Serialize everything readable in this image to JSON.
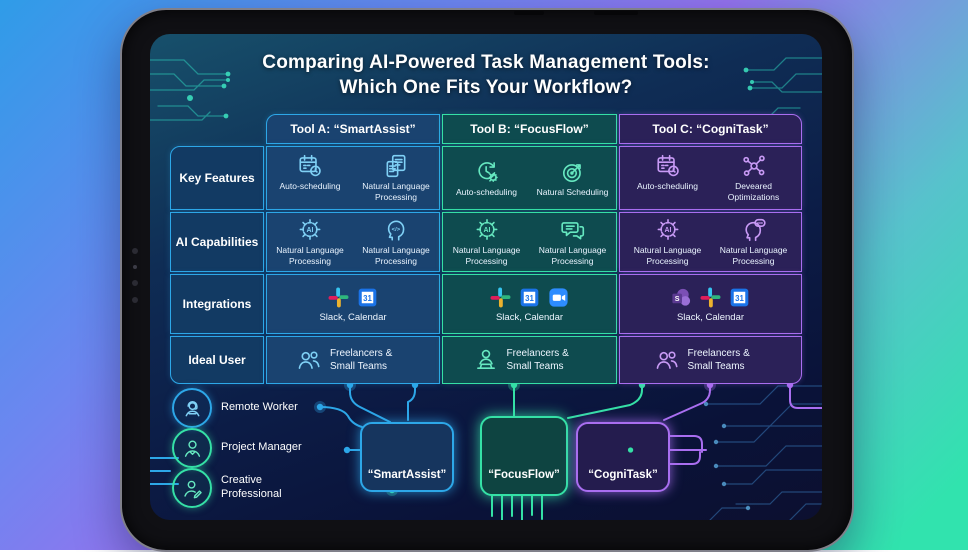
{
  "title": {
    "line1": "Comparing AI-Powered Task Management Tools:",
    "line2": "Which One Fits Your Workflow?"
  },
  "table": {
    "columns": [
      {
        "label": "Tool A: “SmartAssist”",
        "accent": "#2da7e8"
      },
      {
        "label": "Tool B: “FocusFlow”",
        "accent": "#35e0a6"
      },
      {
        "label": "Tool C: “CogniTask”",
        "accent": "#a96ef0"
      }
    ],
    "rows": [
      {
        "label": "Key Features",
        "cells": [
          {
            "items": [
              {
                "icon": "calendar-clock-icon",
                "label": "Auto-scheduling"
              },
              {
                "icon": "document-icon",
                "label": "Natural Language Processing"
              }
            ]
          },
          {
            "items": [
              {
                "icon": "clock-gear-icon",
                "label": "Auto-scheduling"
              },
              {
                "icon": "target-icon",
                "label": "Natural Scheduling"
              }
            ]
          },
          {
            "items": [
              {
                "icon": "calendar-clock-icon",
                "label": "Auto-scheduling"
              },
              {
                "icon": "network-icon",
                "label": "Deveared Optimizations"
              }
            ]
          }
        ]
      },
      {
        "label": "AI Capabilities",
        "cells": [
          {
            "items": [
              {
                "icon": "ai-chip-icon",
                "label": "Natural Language Processing"
              },
              {
                "icon": "head-code-icon",
                "label": "Natural Language Processing"
              }
            ]
          },
          {
            "items": [
              {
                "icon": "ai-chip-icon",
                "label": "Natural Language Processing"
              },
              {
                "icon": "chat-bubbles-icon",
                "label": "Natural Language Processing"
              }
            ]
          },
          {
            "items": [
              {
                "icon": "ai-chip-icon",
                "label": "Natural Language Processing"
              },
              {
                "icon": "head-chat-icon",
                "label": "Natural Language Processing"
              }
            ]
          }
        ]
      },
      {
        "label": "Integrations",
        "cells": [
          {
            "apps": [
              "slack-icon",
              "google-calendar-icon"
            ],
            "label": "Slack, Calendar"
          },
          {
            "apps": [
              "slack-icon",
              "google-calendar-icon",
              "zoom-icon"
            ],
            "label": "Slack, Calendar"
          },
          {
            "apps": [
              "sharepoint-icon",
              "slack-icon",
              "google-calendar-icon"
            ],
            "label": "Slack, Calendar"
          }
        ]
      },
      {
        "label": "Ideal User",
        "cells": [
          {
            "icon": "team-icon",
            "label": "Freelancers & Small Teams"
          },
          {
            "icon": "person-laptop-icon",
            "label": "Freelancers & Small Teams"
          },
          {
            "icon": "team-icon",
            "label": "Freelancers & Small Teams"
          }
        ]
      }
    ]
  },
  "personas": [
    {
      "icon": "remote-worker-icon",
      "label": "Remote Worker",
      "accent": "#2da7e8"
    },
    {
      "icon": "project-manager-icon",
      "label": "Project Manager",
      "accent": "#35e0a6"
    },
    {
      "icon": "creative-professional-icon",
      "label": "Creative Professional",
      "accent": "#35e0a6"
    }
  ],
  "apps": [
    {
      "name": "“SmartAssist”",
      "logo": "smartassist-logo",
      "accent": "#2da7e8"
    },
    {
      "name": "“FocusFlow”",
      "logo": "focusflow-logo",
      "accent": "#35e0a6"
    },
    {
      "name": "“CogniTask”",
      "logo": "cognitask-logo",
      "accent": "#a96ef0"
    }
  ],
  "colors": {
    "blue": "#2da7e8",
    "green": "#35e0a6",
    "purple": "#a96ef0",
    "screen_bg": "#0c1c46"
  }
}
